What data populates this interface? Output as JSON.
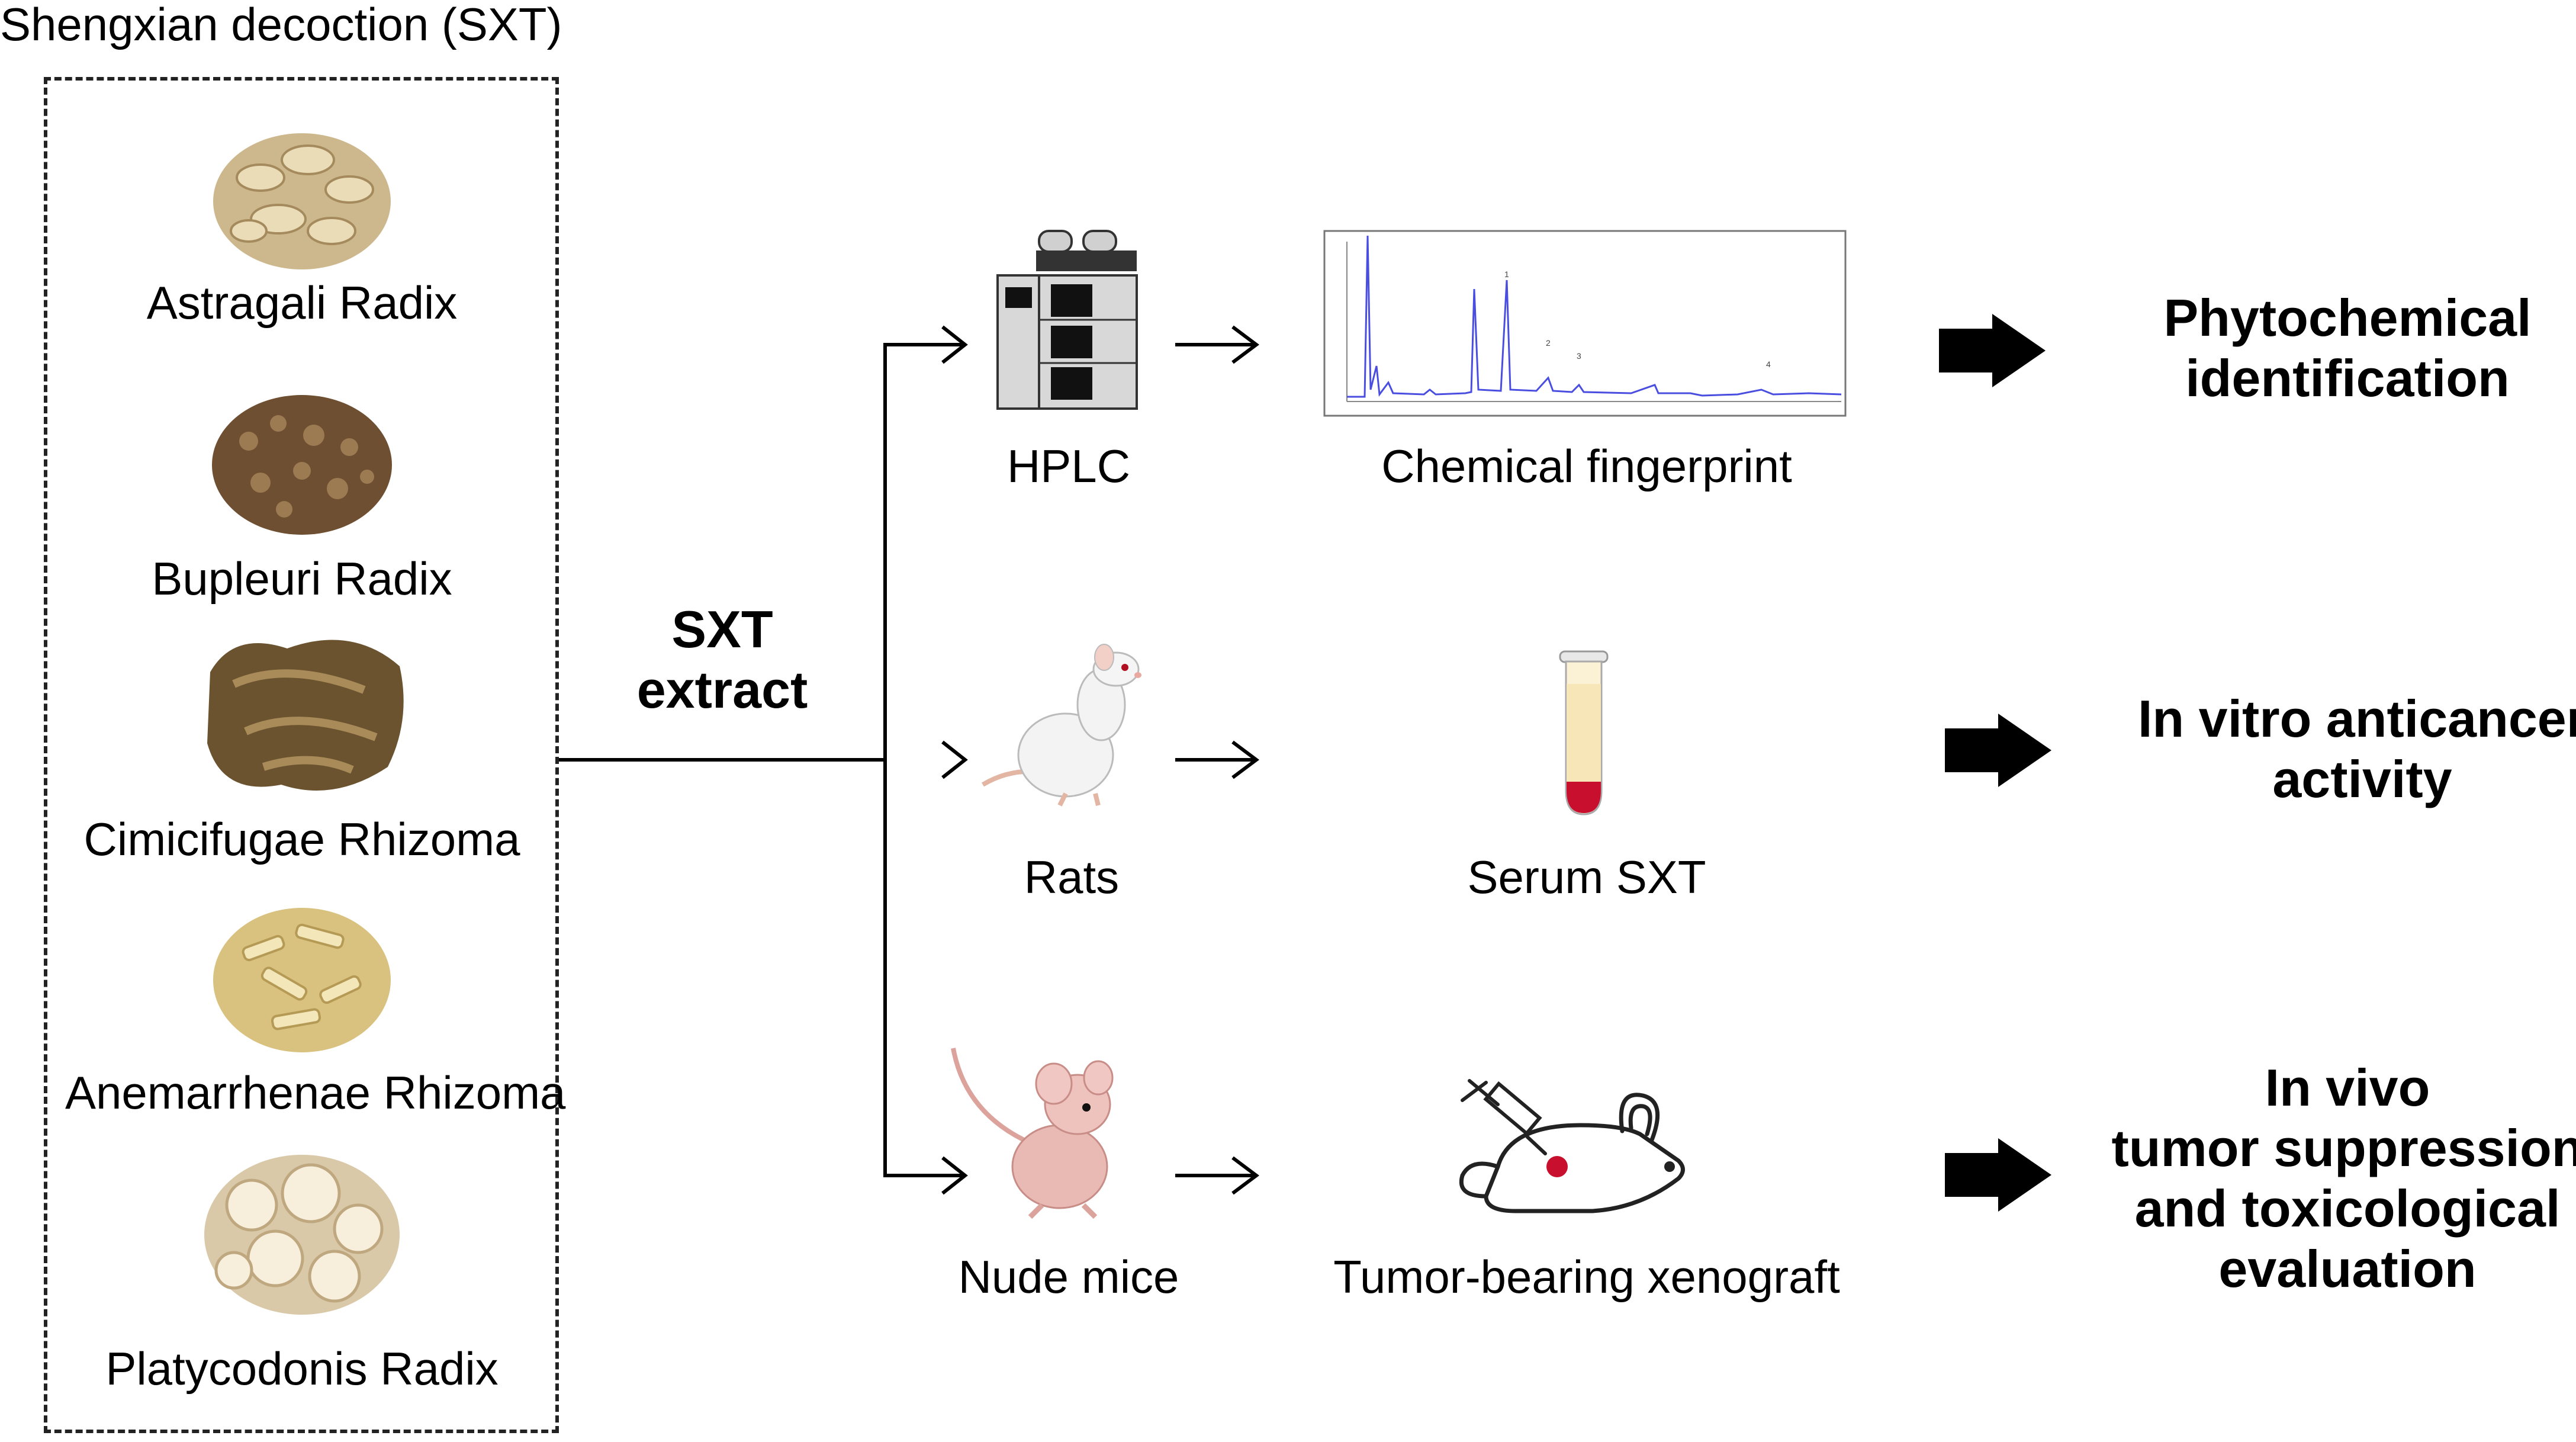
{
  "title": "Shengxian decoction (SXT)",
  "herbs": [
    {
      "name": "Astragali Radix",
      "color": "#d8c49a"
    },
    {
      "name": "Bupleuri  Radix",
      "color": "#7a5a3a"
    },
    {
      "name": "Cimicifugae Rhizoma",
      "color": "#6f5533"
    },
    {
      "name": "Anemarrhenae  Rhizoma",
      "color": "#e2cf93"
    },
    {
      "name": "Platycodonis Radix",
      "color": "#ece0c6"
    }
  ],
  "extract_label": {
    "line1": "SXT",
    "line2": "extract"
  },
  "rows": [
    {
      "source": "HPLC",
      "product": "Chemical fingerprint",
      "outcome": [
        "Phytochemical",
        "identification"
      ]
    },
    {
      "source": "Rats",
      "product": "Serum SXT",
      "outcome": [
        "In vitro anticancer",
        "activity"
      ]
    },
    {
      "source": "Nude mice",
      "product": "Tumor-bearing xenograft",
      "outcome": [
        "In vivo",
        "tumor suppression",
        "and toxicological",
        "evaluation"
      ]
    }
  ],
  "colors": {
    "chromatogram_line": "#4a4ee0",
    "serum": "#f7e6b8",
    "blood": "#c8102e",
    "mouse_pink": "#e9b9b4",
    "rat_white": "#f2f2f2"
  }
}
